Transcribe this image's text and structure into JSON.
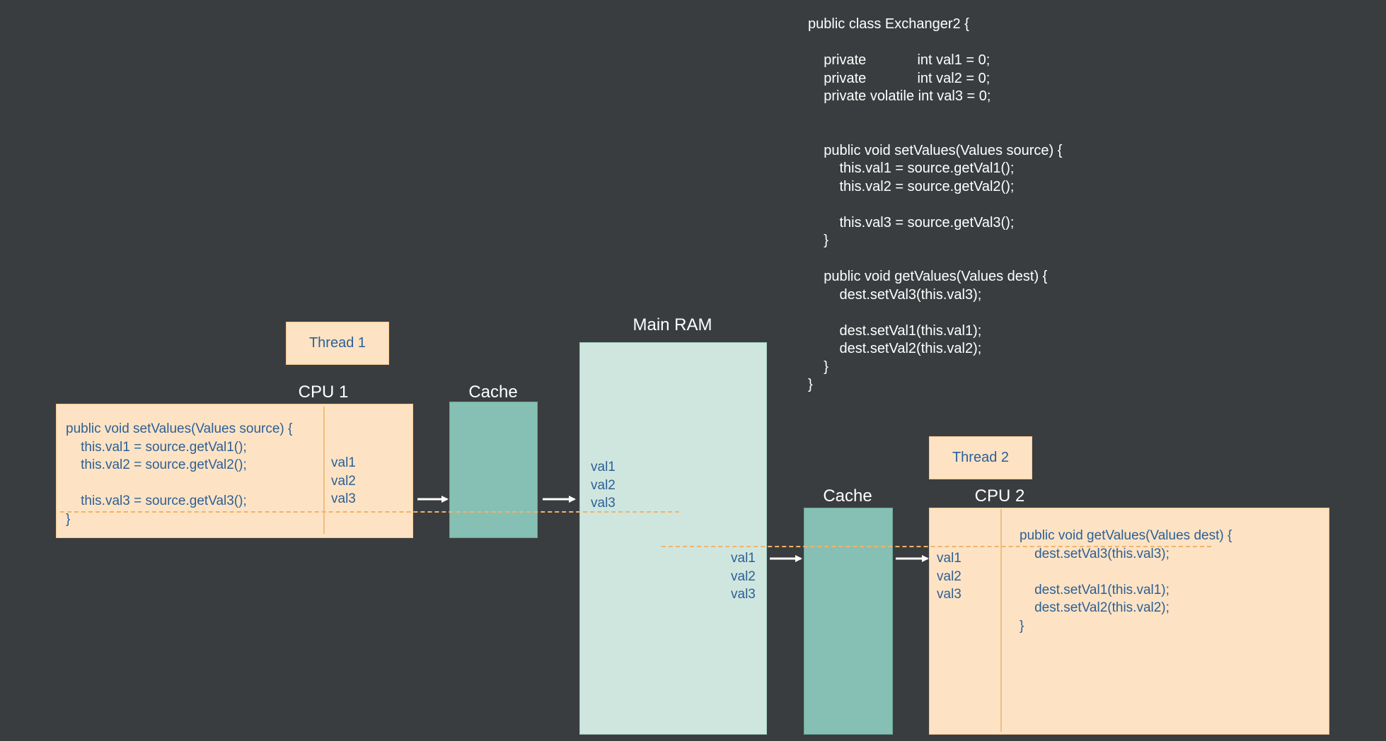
{
  "main_code": {
    "lines": [
      "public class Exchanger2 {",
      "",
      "    private             int val1 = 0;",
      "    private             int val2 = 0;",
      "    private volatile int val3 = 0;",
      "",
      "",
      "    public void setValues(Values source) {",
      "        this.val1 = source.getVal1();",
      "        this.val2 = source.getVal2();",
      "",
      "        this.val3 = source.getVal3();",
      "    }",
      "",
      "    public void getValues(Values dest) {",
      "        dest.setVal3(this.val3);",
      "",
      "        dest.setVal1(this.val1);",
      "        dest.setVal2(this.val2);",
      "    }",
      "}"
    ]
  },
  "thread1": {
    "label": "Thread 1"
  },
  "thread2": {
    "label": "Thread 2"
  },
  "cpu1": {
    "label": "CPU 1",
    "code_lines": [
      "public void setValues(Values source) {",
      "    this.val1 = source.getVal1();",
      "    this.val2 = source.getVal2();",
      "",
      "    this.val3 = source.getVal3();",
      "}"
    ],
    "vals": [
      "val1",
      "val2",
      "val3"
    ]
  },
  "cache1": {
    "label": "Cache"
  },
  "ram": {
    "label": "Main RAM",
    "vals_left": [
      "val1",
      "val2",
      "val3"
    ],
    "vals_right": [
      "val1",
      "val2",
      "val3"
    ]
  },
  "cache2": {
    "label": "Cache"
  },
  "cpu2": {
    "label": "CPU 2",
    "vals": [
      "val1",
      "val2",
      "val3"
    ],
    "code_lines": [
      "public void getValues(Values dest) {",
      "    dest.setVal3(this.val3);",
      "",
      "    dest.setVal1(this.val1);",
      "    dest.setVal2(this.val2);",
      "}"
    ]
  }
}
